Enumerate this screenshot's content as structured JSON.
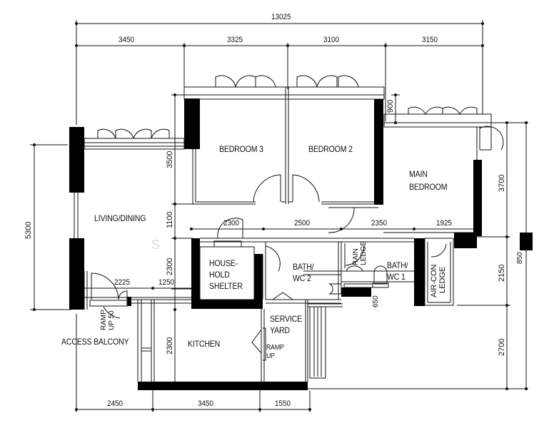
{
  "rooms": {
    "living_dining": "LIVING/DINING",
    "bedroom3": "BEDROOM 3",
    "bedroom2": "BEDROOM 2",
    "main_bedroom_1": "MAIN",
    "main_bedroom_2": "BEDROOM",
    "household_shelter_1": "HOUSE-",
    "household_shelter_2": "HOLD",
    "household_shelter_3": "SHELTER",
    "bath2_1": "BATH/",
    "bath2_2": "WC 2",
    "bath1_1": "BATH/",
    "bath1_2": "WC 1",
    "aircon_ledge_1": "AIR-CON",
    "aircon_ledge_2": "LEDGE",
    "kitchen": "KITCHEN",
    "service_yard_1": "SERVICE",
    "service_yard_2": "YARD",
    "access_balcony": "ACCESS BALCONY",
    "ramp_up_50_1": "RAMP",
    "ramp_up_50_2": "UP 50",
    "ramp_up_1": "RAMP",
    "ramp_up_2": "UP",
    "rain_ledge_1": "RAIN",
    "rain_ledge_2": "LEDGE"
  },
  "dimensions": {
    "top_total": "13025",
    "top": [
      "3450",
      "3325",
      "3100",
      "3150"
    ],
    "bottom": [
      "2450",
      "3450",
      "1550"
    ],
    "mid_horizontal": [
      "2300",
      "2500",
      "2350",
      "1925"
    ],
    "living_lower": [
      "2225",
      "1250"
    ],
    "left_total": "5300",
    "inner_vertical": [
      "3500",
      "1100",
      "2300",
      "2300"
    ],
    "main_bed_offset": "900",
    "right_vertical": [
      "3700",
      "2150",
      "2700"
    ],
    "right_small": "850",
    "bath_small": "650"
  },
  "watermark": "S",
  "colors": {
    "line": "#111111",
    "wall": "#000000",
    "background": "#ffffff"
  }
}
